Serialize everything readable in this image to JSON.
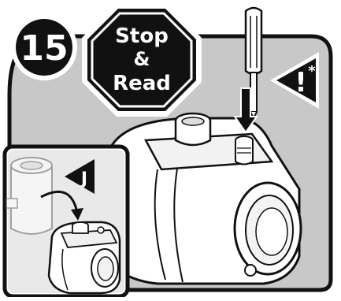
{
  "step": {
    "number": "15"
  },
  "stop_sign": {
    "line1": "Stop",
    "line2": "&",
    "line3": "Read"
  },
  "caution_badge": {
    "symbol": "!",
    "asterisk": "*"
  },
  "inset": {
    "label": "J"
  },
  "colors": {
    "panel_gray": "#c8c8c8",
    "outline": "#111111",
    "badge_black": "#111111",
    "badge_text": "#ffffff",
    "light_gray": "#e4e4e4"
  }
}
